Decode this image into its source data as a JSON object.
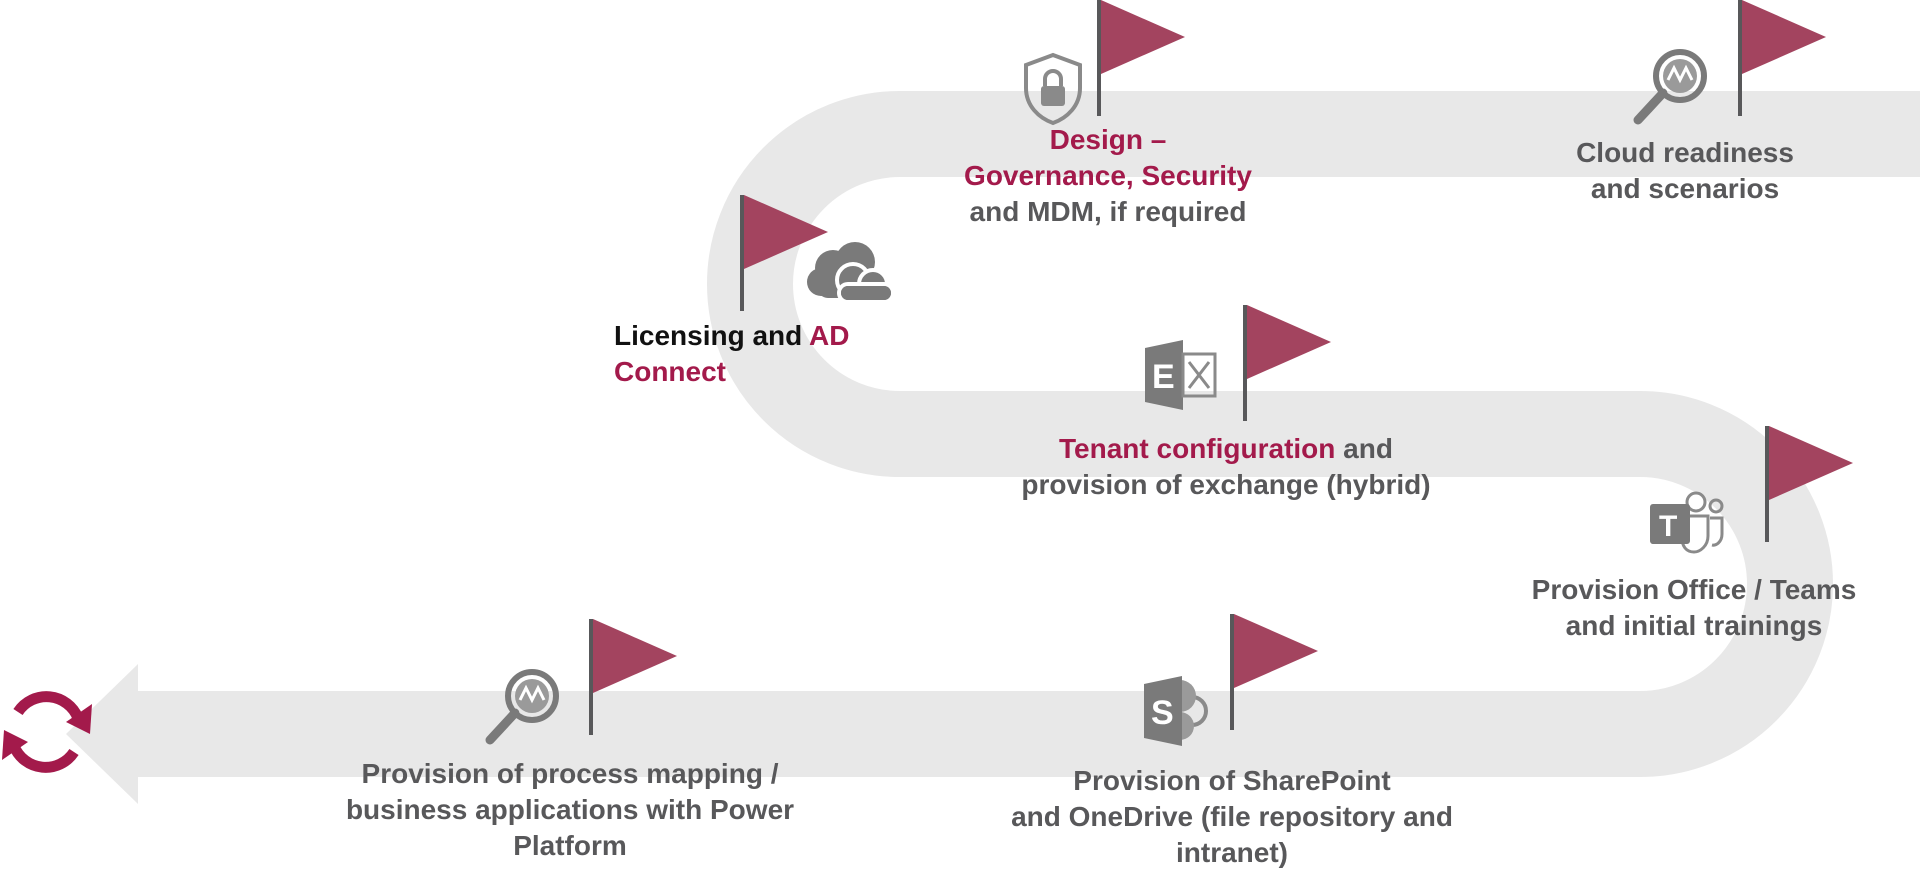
{
  "colors": {
    "road": "#e8e8e8",
    "flag": "#a3445f",
    "pole": "#58585a",
    "accent": "#a31a4b",
    "icon": "#7a7a7a",
    "text": "#58585a"
  },
  "milestones": {
    "licensing": {
      "line1_a": "Licensing and ",
      "line1_b": "AD",
      "line2": "Connect",
      "icon": "cloud-icon"
    },
    "design": {
      "line1": "Design –",
      "line2": "Governance, Security",
      "line3": "and MDM, if required",
      "icon": "shield-lock-icon"
    },
    "cloud": {
      "line1": "Cloud readiness",
      "line2": "and scenarios",
      "icon": "magnifier-icon"
    },
    "tenant": {
      "line1_a": "Tenant configuration",
      "line1_b": " and",
      "line2": "provision of exchange (hybrid)",
      "icon": "exchange-icon"
    },
    "teams": {
      "line1": "Provision Office / Teams",
      "line2": "and initial trainings",
      "icon": "teams-icon"
    },
    "sharepoint": {
      "line1": "Provision of SharePoint",
      "line2": "and OneDrive (file repository and",
      "line3": "intranet)",
      "icon": "sharepoint-icon"
    },
    "process": {
      "line1": "Provision of process mapping /",
      "line2": "business applications with Power",
      "line3": "Platform",
      "icon": "magnifier-icon"
    }
  },
  "end_icon": "refresh-cycle-icon"
}
